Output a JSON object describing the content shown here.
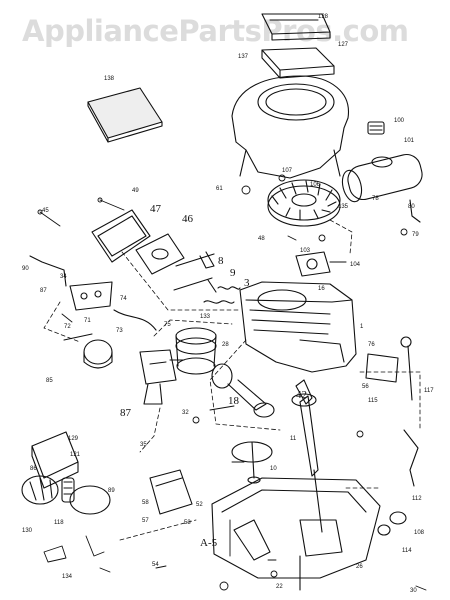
{
  "watermark": "AppliancePartsPros.com",
  "labels": {
    "l128": "128",
    "l127": "127",
    "l137": "137",
    "l138": "138",
    "l100": "100",
    "l101": "101",
    "l61": "61",
    "l107": "107",
    "l106": "106",
    "l135": "135",
    "l78": "78",
    "l80": "80",
    "l79": "79",
    "l45": "45",
    "l47": "47",
    "l46": "46",
    "l49": "49",
    "l48": "48",
    "l90": "90",
    "l8": "8",
    "l9": "9",
    "l3": "3",
    "l103": "103",
    "l104": "104",
    "l16": "16",
    "l87": "87",
    "l34": "34",
    "l71": "71",
    "l72": "72",
    "l73": "73",
    "l74": "74",
    "l75": "75",
    "l133": "133",
    "l28": "28",
    "l1": "1",
    "l85": "85",
    "l87b": "87",
    "l18": "18",
    "l42": "42",
    "l11": "11",
    "l76": "76",
    "l56": "56",
    "l115": "115",
    "l117": "117",
    "l129": "129",
    "l121": "121",
    "l32": "32",
    "l35": "35",
    "l10": "10",
    "l86": "86",
    "l118": "118",
    "l134": "134",
    "l130": "130",
    "l89": "89",
    "l52": "52",
    "l53": "53",
    "l58": "58",
    "l57": "57",
    "lA5": "A-5",
    "l54": "54",
    "l112": "112",
    "l114": "114",
    "l108": "108",
    "l26": "26",
    "l22": "22",
    "l30": "30"
  },
  "colors": {
    "ink": "#111111",
    "paper": "#ffffff",
    "watermark": "#dcdcdc"
  }
}
